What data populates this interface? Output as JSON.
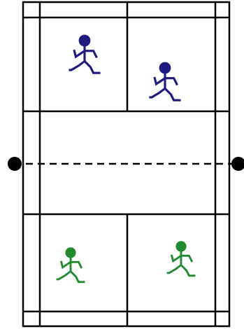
{
  "colors": {
    "court_line": "#000000",
    "net_line": "#000000",
    "net_post": "#000000",
    "background": "#ffffff",
    "top_players": "#1f1a80",
    "bottom_players": "#1f8a2e"
  },
  "court": {
    "net": {
      "style": "dashed",
      "posts": [
        "left-post",
        "right-post"
      ]
    },
    "players": [
      {
        "id": "top-left-player",
        "team": "top",
        "icon": "running-stick-figure"
      },
      {
        "id": "top-right-player",
        "team": "top",
        "icon": "running-stick-figure"
      },
      {
        "id": "bottom-left-player",
        "team": "bottom",
        "icon": "running-stick-figure"
      },
      {
        "id": "bottom-right-player",
        "team": "bottom",
        "icon": "running-stick-figure"
      }
    ]
  }
}
